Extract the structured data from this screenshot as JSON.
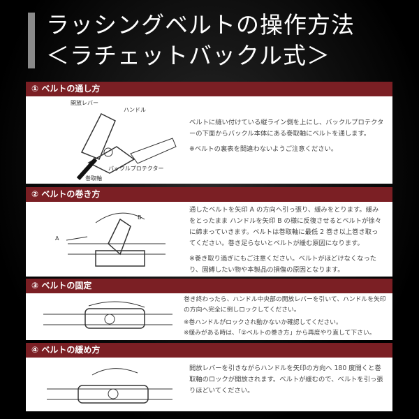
{
  "title": {
    "line1": "ラッシングベルトの操作方法",
    "line2": "＜ラチェットバックル式＞"
  },
  "sections": [
    {
      "heading": "① ベルトの通し方",
      "labels": {
        "release_lever": "開放レバー",
        "handle": "ハンドル",
        "protector": "バックルプロテクター",
        "shaft": "巻取軸"
      },
      "text": [
        "ベルトに縫い付けている縦ライン側を上にし、バックルプロテクターの下面からバックル本体にある巻取軸にベルトを通します。",
        "※ベルトの裏表を間違わないようご注意ください。"
      ]
    },
    {
      "heading": "② ベルトの巻き方",
      "labels": {
        "a": "A",
        "b": "B"
      },
      "text": [
        "通したベルトを矢印 A の方向へ引っ張り、緩みをとります。緩みをとったまま ハンドルを矢印 B の様に反復させるとベルトが徐々に締まっていきます。ベルトは巻取軸に最低 2 巻き以上巻き取ってください。巻き足らないとベルトが緩む原因になります。",
        "※巻き取り過ぎにもご注意ください。ベルトがほどけなくなったり、固縛したい物や本製品の損傷の原因となります。"
      ]
    },
    {
      "heading": "③ ベルトの固定",
      "text": [
        "巻き終わったら、ハンドル中央部の開放レバーを引いて、ハンドルを矢印の方向へ完全に倒しロックしてください。",
        "※巻ハンドルがロックされ動かないか確認してください。\n※緩みがある時は、「②ベルトの巻き方」から再度やり直して下さい。"
      ]
    },
    {
      "heading": "④ ベルトの緩め方",
      "text": [
        "開放レバーを引きながらハンドルを矢印の方向へ 180 度開くと巻取軸のロックが開放されます。ベルトが緩むので、ベルトを引っ張りほどいてください。"
      ]
    }
  ]
}
